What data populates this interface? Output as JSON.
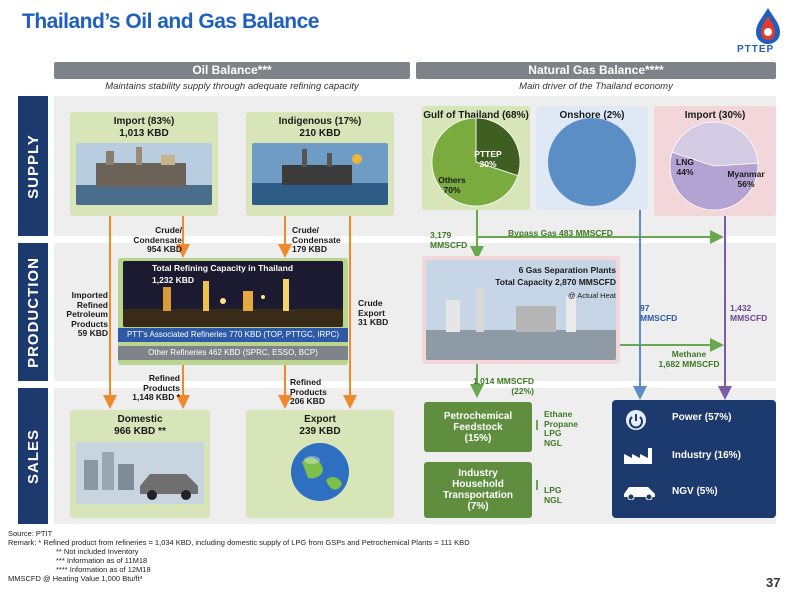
{
  "title": "Thailand’s Oil and Gas Balance",
  "logo": {
    "text": "PTTEP"
  },
  "oil": {
    "header": "Oil Balance***",
    "subtitle": "Maintains stability supply through adequate refining capacity",
    "import": {
      "title": "Import (83%)",
      "value": "1,013 KBD"
    },
    "indigenous": {
      "title": "Indigenous (17%)",
      "value": "210 KBD"
    },
    "crude_left": [
      "Crude/",
      "Condensate",
      "954 KBD"
    ],
    "crude_right": [
      "Crude/",
      "Condensate",
      "179 KBD"
    ],
    "refining": {
      "title": "Total Refining Capacity in Thailand",
      "value": "1,232 KBD"
    },
    "ptt_refineries": "PTT’s Associated Refineries 770 KBD (TOP, PTTGC, IRPC)",
    "other_refineries": "Other Refineries 462 KBD (SPRC, ESSO, BCP)",
    "imported_refined": [
      "Imported",
      "Refined",
      "Petroleum",
      "Products",
      "59 KBD"
    ],
    "crude_export": [
      "Crude",
      "Export",
      "31 KBD"
    ],
    "refined_left": [
      "Refined",
      "Products",
      "1,148 KBD *"
    ],
    "refined_right": [
      "Refined",
      "Products",
      "206 KBD"
    ],
    "domestic": {
      "title": "Domestic",
      "value": "966 KBD **"
    },
    "export": {
      "title": "Export",
      "value": "239 KBD"
    }
  },
  "gas": {
    "header": "Natural Gas Balance****",
    "subtitle": "Main driver of the Thailand economy",
    "gulf": {
      "title": "Gulf of Thailand (68%)"
    },
    "onshore": {
      "title": "Onshore (2%)"
    },
    "import": {
      "title": "Import (30%)"
    },
    "gulf_left": [
      "3,179",
      "MMSCFD"
    ],
    "bypass": "Bypass Gas 483 MMSCFD",
    "gsp": {
      "line1": "6 Gas Separation Plants",
      "line2": "Total Capacity 2,870 MMSCFD",
      "line3": "@ Actual Heat"
    },
    "flow_97": [
      "97",
      "MMSCFD"
    ],
    "flow_1432": [
      "1,432",
      "MMSCFD"
    ],
    "methane": [
      "Methane",
      "1,682 MMSCFD"
    ],
    "flow_1014": [
      "1,014 MMSCFD",
      "(22%)"
    ],
    "ethane": [
      "Ethane",
      "Propane",
      "LPG",
      "NGL"
    ],
    "lpg": [
      "LPG",
      "NGL"
    ],
    "petrochem": [
      "Petrochemical",
      "Feedstock",
      "(15%)"
    ],
    "industry": [
      "Industry",
      "Household",
      "Transportation",
      "(7%)"
    ],
    "power": "Power (57%)",
    "industry_pct": "Industry (16%)",
    "ngv": "NGV (5%)"
  },
  "rows": {
    "supply": "SUPPLY",
    "production": "PRODUCTION",
    "sales": "SALES"
  },
  "chart_data": [
    {
      "type": "pie",
      "title": "Gulf of Thailand (68%)",
      "categories": [
        "PTTEP",
        "Others"
      ],
      "values": [
        30,
        70
      ],
      "colors": [
        "#3f5f22",
        "#7aab3f"
      ],
      "labels": [
        "PTTEP 30%",
        "Others 70%"
      ]
    },
    {
      "type": "pie",
      "title": "Onshore (2%)",
      "categories": [
        "Onshore"
      ],
      "values": [
        100
      ],
      "colors": [
        "#5b8ec5"
      ],
      "labels": [
        ""
      ]
    },
    {
      "type": "pie",
      "title": "Import (30%)",
      "categories": [
        "LNG",
        "Myanmar"
      ],
      "values": [
        44,
        56
      ],
      "colors": [
        "#d3cbe4",
        "#b3a3d2"
      ],
      "labels": [
        "LNG 44%",
        "Myanmar 56%"
      ]
    }
  ],
  "footer": {
    "source": "Source: PTIT",
    "remark1": "Remark: *   Refined product from refineries = 1,034 KBD, including domestic supply of LPG from GSPs and Petrochemical Plants = 111 KBD",
    "remark2": "**  Not included Inventory",
    "remark3": "*** Information as of 11M18",
    "remark4": "**** Information as of 12M18",
    "unit": "MMSCFD @ Heating Value 1,000 Btu/ft³",
    "page": "37"
  },
  "colors": {
    "title_blue": "#1f5fbf",
    "navy": "#1d3a6e",
    "orange": "#ef8a2c",
    "green": "#6aa84f",
    "blue_line": "#5b8ec5",
    "purple_line": "#7d5ba6"
  }
}
